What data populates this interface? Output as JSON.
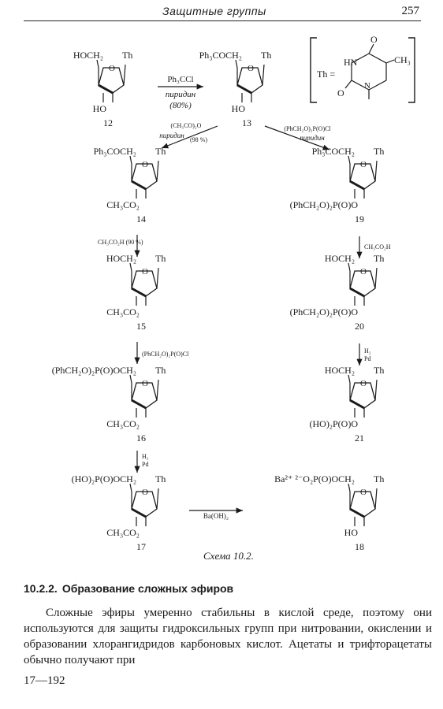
{
  "header": {
    "title": "Защитные группы",
    "page": "257"
  },
  "scheme": {
    "caption": "Схема 10.2.",
    "thymine": {
      "label": "Th =",
      "methyl": "CH₃",
      "nh": "HN",
      "n": "N",
      "o_top": "O",
      "o_left": "O"
    },
    "compounds": [
      {
        "id": "12",
        "top": "HOCH₂",
        "sub": "Th",
        "bottom": "HO"
      },
      {
        "id": "13",
        "top": "Ph₃COCH₂",
        "sub": "Th",
        "bottom": "HO"
      },
      {
        "id": "14",
        "top": "Ph₃COCH₂",
        "sub": "Th",
        "bottom": "CH₃CO₂"
      },
      {
        "id": "19",
        "top": "Ph₃COCH₂",
        "sub": "Th",
        "bottom": "(PhCH₂O)₂P(O)O"
      },
      {
        "id": "15",
        "top": "HOCH₂",
        "sub": "Th",
        "bottom": "CH₃CO₂"
      },
      {
        "id": "20",
        "top": "HOCH₂",
        "sub": "Th",
        "bottom": "(PhCH₂O)₂P(O)O"
      },
      {
        "id": "16",
        "top": "(PhCH₂O)₂P(O)OCH₂",
        "sub": "Th",
        "bottom": "CH₃CO₂"
      },
      {
        "id": "21",
        "top": "HOCH₂",
        "sub": "Th",
        "bottom": "(HO)₂P(O)O"
      },
      {
        "id": "17",
        "top": "(HO)₂P(O)OCH₂",
        "sub": "Th",
        "bottom": "CH₃CO₂"
      },
      {
        "id": "18",
        "top": "Ba²⁺ ²⁻O₂P(O)OCH₂",
        "sub": "Th",
        "bottom": "HO"
      }
    ],
    "arrows": {
      "a12_13": {
        "above": "Ph₃CCl",
        "below1": "пиридин",
        "below2": "(80%)"
      },
      "a13_14": {
        "above": "(CH₃CO)₂O",
        "below1": "пиридин",
        "below2": "(98 %)"
      },
      "a13_19": {
        "above": "(PhCH₂O)₂P(O)Cl",
        "below1": "пиридин"
      },
      "a14_15": {
        "label": "CH₃CO₂H (90 %)"
      },
      "a19_20": {
        "label": "CH₃CO₂H"
      },
      "a15_16": {
        "label": "(PhCH₂O)₂P(O)Cl"
      },
      "a20_21": {
        "label1": "H₂",
        "label2": "Pd"
      },
      "a16_17": {
        "label1": "H₂",
        "label2": "Pd"
      },
      "a17_18": {
        "label": "Ba(OH)₂"
      }
    }
  },
  "section": {
    "number": "10.2.2.",
    "title": "Образование сложных эфиров"
  },
  "paragraph": "Сложные эфиры умеренно стабильны в кислой среде, поэтому они используются для защиты гидроксильных групп при нитровании, окислении и образовании хлорангидридов карбоновых кислот. Ацетаты и трифторацетаты обычно получают при",
  "footer": "17—192"
}
